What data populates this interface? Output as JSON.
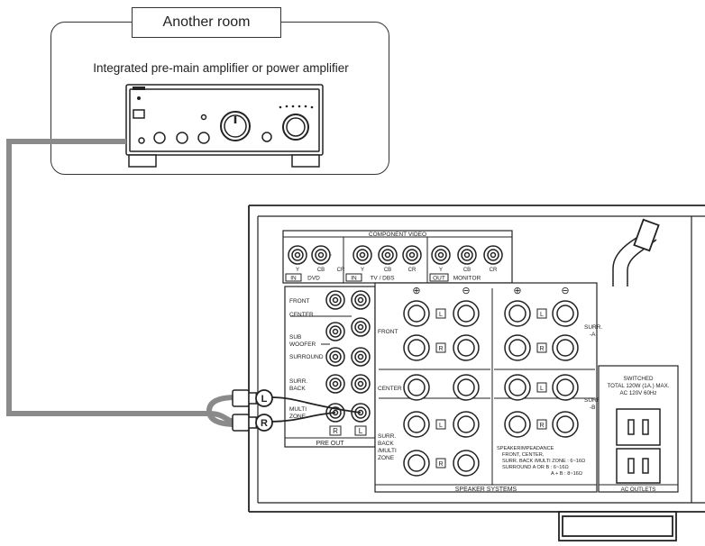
{
  "room": {
    "title": "Another room",
    "caption": "Integrated pre-main amplifier or power amplifier"
  },
  "component_video": {
    "title": "COMPONENT VIDEO",
    "jack_y": "Y",
    "jack_cb": "CB",
    "jack_cr": "CR",
    "in_badge": "IN",
    "out_badge": "OUT",
    "dvd": "DVD",
    "tv_dbs": "TV / DBS",
    "monitor": "MONITOR"
  },
  "pre_out": {
    "front": "FRONT",
    "center": "CENTER",
    "sub": "SUB",
    "woofer": "WOOFER",
    "surround": "SURROUND",
    "surr": "SURR.",
    "back": "BACK",
    "multi": "MULTI",
    "zone": "ZONE",
    "r_badge": "R",
    "l_badge": "L",
    "title": "PRE OUT"
  },
  "speakers": {
    "plus": "⊕",
    "minus": "⊖",
    "front": "FRONT",
    "center": "CENTER",
    "surr": "SURR.",
    "back": "BACK",
    "multi": "/MULTI",
    "zone": "ZONE",
    "surr_a_1": "SURR.",
    "surr_a_2": "-A",
    "surr_b_1": "SURR.",
    "surr_b_2": "-B",
    "l": "L",
    "r": "R",
    "title": "SPEAKER SYSTEMS",
    "impedance": {
      "line1": "SPEAKERIMPEADANCE",
      "line2": "FRONT, CENTER,",
      "line3": "SURR. BACK /MULTI ZONE   : 6~16Ω",
      "line4": "SURROUND       A  OR  B  : 6~16Ω",
      "line5": "A  +  B  : 8~16Ω"
    }
  },
  "ac": {
    "switched": "SWITCHED",
    "total": "TOTAL 120W (1A.) MAX.",
    "rating": "AC  120V  60Hz",
    "title": "AC OUTLETS"
  },
  "plugs": {
    "l": "L",
    "r": "R"
  },
  "colors": {
    "line": "#222222",
    "cable": "#8a8a8a"
  }
}
